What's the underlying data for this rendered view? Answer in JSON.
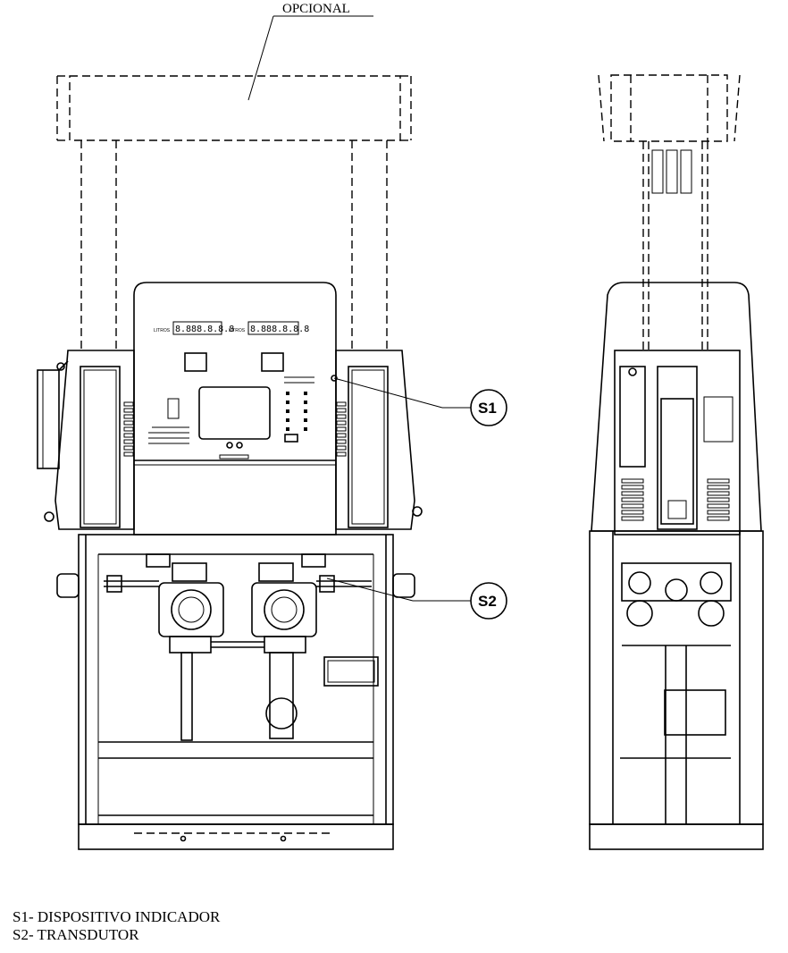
{
  "annotations": {
    "optional_label": "OPCIONAL",
    "callout_s1": "S1",
    "callout_s2": "S2"
  },
  "display": {
    "left_label": "LITROS",
    "left_digits": "8.888.8.8.8",
    "right_label": "LITROS",
    "right_digits": "8.888.8.8.8"
  },
  "legend": {
    "s1": "S1- DISPOSITIVO INDICADOR",
    "s2": "S2- TRANSDUTOR"
  }
}
